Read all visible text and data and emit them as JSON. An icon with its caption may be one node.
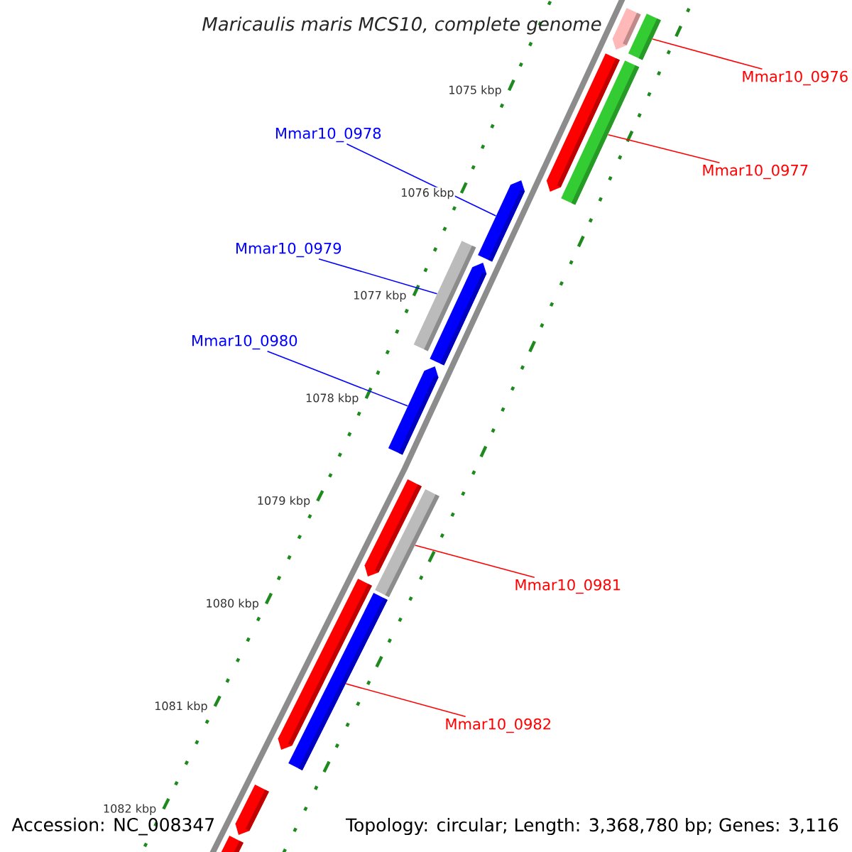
{
  "diagram": {
    "title": "Maricaulis maris MCS10, complete genome",
    "nodes": [
      {
        "text": [
          "Mmar10_0976"
        ]
      },
      {
        "text": [
          "Mmar10_0977"
        ]
      },
      {
        "text": [
          "Mmar10_0978"
        ]
      },
      {
        "text": [
          "Mmar10_0979"
        ]
      },
      {
        "text": [
          "Mmar10_0980"
        ]
      },
      {
        "text": [
          "Mmar10_0981"
        ]
      },
      {
        "text": [
          "Mmar10_0982"
        ]
      },
      {
        "text": [],
        "shape": "bar"
      },
      {
        "text": [],
        "shape": "bar"
      },
      {
        "text": [],
        "shape": "bar"
      },
      {
        "text": [],
        "shape": "bar"
      },
      {
        "text": [],
        "shape": "bar"
      },
      {
        "text": [],
        "shape": "bar"
      },
      {
        "text": [],
        "shape": "bar"
      },
      {
        "text": [],
        "shape": "bar"
      },
      {
        "text": [],
        "shape": "bar"
      },
      {
        "text": [],
        "shape": "bar"
      },
      {
        "text": [],
        "shape": "bar"
      },
      {
        "text": [],
        "shape": "bar"
      },
      {
        "text": [],
        "shape": "bar"
      },
      {
        "text": [],
        "shape": "bar"
      }
    ],
    "edges": [
      {
        "from": 0,
        "to": 8,
        "arrow": "none"
      },
      {
        "from": 1,
        "to": 10,
        "arrow": "none"
      },
      {
        "from": 2,
        "to": 11,
        "arrow": "none",
        "color": "#0000ff"
      },
      {
        "from": 3,
        "to": 12,
        "arrow": "none",
        "color": "#0000ff"
      },
      {
        "from": 4,
        "to": 14,
        "arrow": "none",
        "color": "#0000ff"
      },
      {
        "from": 5,
        "to": 16,
        "arrow": "none"
      },
      {
        "from": 6,
        "to": 18,
        "arrow": "none"
      }
    ],
    "labels": [
      "1075 kbp",
      "1076 kbp",
      "1077 kbp",
      "1078 kbp",
      "1079 kbp",
      "1080 kbp",
      "1081 kbp",
      "1082 kbp",
      "Accession: NC_008347",
      "Topology: circular; Length: 3,368,780 bp; Genes: 3,116"
    ]
  }
}
